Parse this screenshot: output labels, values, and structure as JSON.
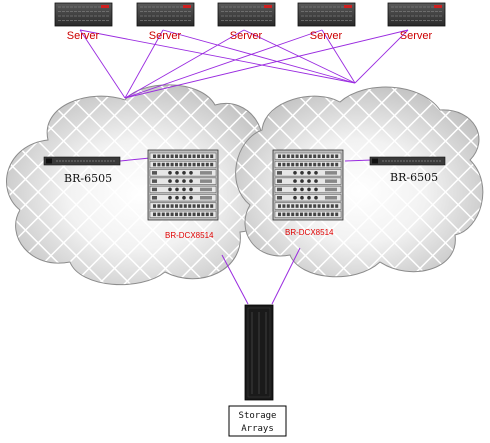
{
  "servers": [
    {
      "label": "Server"
    },
    {
      "label": "Server"
    },
    {
      "label": "Server"
    },
    {
      "label": "Server"
    },
    {
      "label": "Server"
    }
  ],
  "fabric_left": {
    "switch_label": "BR-6505",
    "director_label": "BR-DCX8514"
  },
  "fabric_right": {
    "switch_label": "BR-6505",
    "director_label": "BR-DCX8514"
  },
  "storage": {
    "label_line1": "Storage",
    "label_line2": "Arrays"
  },
  "colors": {
    "link": "#9a2be0",
    "label_red": "#cc0000",
    "cloud_fill": "#d9d9d9"
  }
}
